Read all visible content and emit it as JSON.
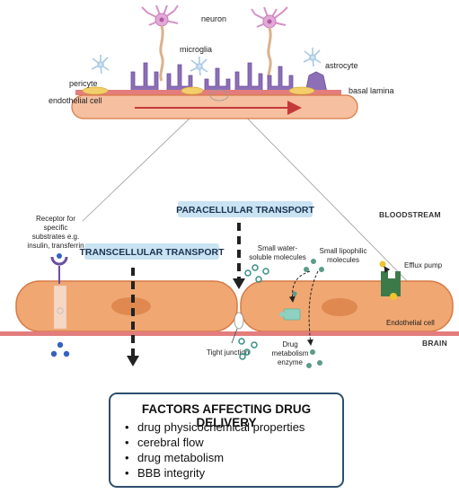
{
  "top_labels": {
    "neuron": "neuron",
    "microglia": "microglia",
    "astrocyte": "astrocyte",
    "pericyte": "pericyte",
    "basal_lamina": "basal lamina",
    "endothelial_cell": "endothelial cell"
  },
  "regions": {
    "bloodstream": "BLOODSTREAM",
    "brain": "BRAIN"
  },
  "transport": {
    "paracellular": "PARACELLULAR TRANSPORT",
    "transcellular": "TRANSCELLULAR TRANSPORT"
  },
  "detail_labels": {
    "receptor": [
      "Receptor for",
      "specific",
      "substrates e.g.",
      "insulin, transferrin"
    ],
    "water_soluble": [
      "Small water-",
      "soluble molecules"
    ],
    "lipophilic": [
      "Small lipophilic",
      "molecules"
    ],
    "efflux_pump": "Efflux pump",
    "endothelial_cell": "Endothelial cell",
    "tight_junction": "Tight junction",
    "enzyme": [
      "Drug",
      "metabolism",
      "enzyme"
    ]
  },
  "factors": {
    "title": "FACTORS AFFECTING DRUG DELIVERY",
    "items": [
      "drug physicochemical properties",
      "cerebral flow",
      "drug metabolism",
      "BBB integrity"
    ]
  },
  "colors": {
    "cell_fill": "#f0a772",
    "cell_stroke": "#d67a45",
    "nucleus": "#df8850",
    "basal_lamina": "#e37d7d",
    "transport_box": "#c9e3f3",
    "box_border": "#2e4f6e",
    "neuron": "#e4a8d8",
    "microglia_glial": "#a9c9e4",
    "pericyte": "#f2cf6a",
    "efflux_pump": "#3d7a4a",
    "enzyme": "#8ed1c0",
    "soluble_molecule": "#3b8f85",
    "lipophilic_molecule": "#5a9b8a",
    "receptor_molecule": "#3561c0",
    "arrow_red": "#c43a3a"
  },
  "icons": [
    "neuron-icon",
    "microglia-icon",
    "astrocyte-icon",
    "pericyte-icon",
    "receptor-icon",
    "efflux-pump-icon",
    "enzyme-icon"
  ]
}
